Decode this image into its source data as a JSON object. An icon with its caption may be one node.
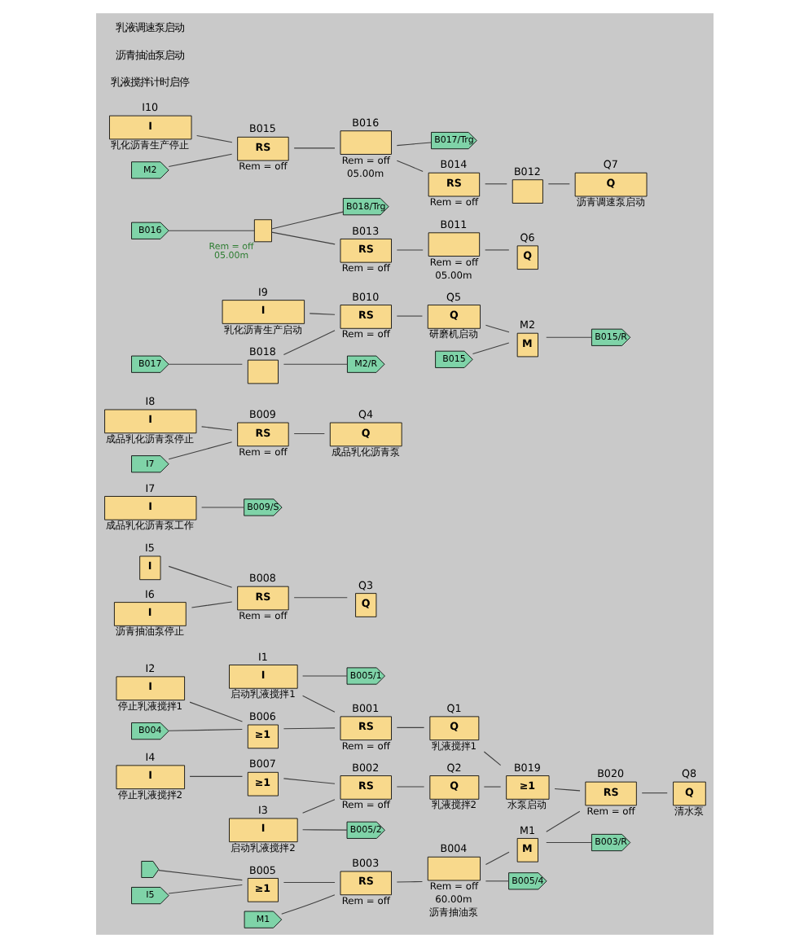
{
  "diagram": {
    "nodes": [
      {
        "text": [
          "I1",
          "I"
        ],
        "beside": [
          "启动乳液搅拌1"
        ]
      },
      {
        "text": [
          "B005/1"
        ]
      },
      {
        "text": [
          "I2",
          "I"
        ],
        "beside": [
          "停止乳液搅拌1"
        ]
      },
      {
        "text": [
          "B004"
        ]
      },
      {
        "text": [
          "B006",
          "≥1"
        ]
      },
      {
        "text": [
          "I3",
          "I"
        ],
        "beside": [
          "启动乳液搅拌2"
        ]
      },
      {
        "text": [
          "B005/2"
        ]
      },
      {
        "text": [
          "I4",
          "I"
        ],
        "beside": [
          "停止乳液搅拌2"
        ]
      },
      {
        "text": [
          "B007",
          "≥1"
        ]
      },
      {
        "text": [
          "B001",
          "RS"
        ],
        "beside": [
          "Rem = off"
        ]
      },
      {
        "text": [
          "B002",
          "RS"
        ],
        "beside": [
          "Rem = off"
        ]
      },
      {
        "text": [
          "Q1",
          "Q"
        ],
        "beside": [
          "乳液搅拌1"
        ]
      },
      {
        "text": [
          "Q2",
          "Q"
        ],
        "beside": [
          "乳液搅拌2"
        ]
      },
      {
        "text": [
          "B019",
          "≥1"
        ],
        "beside": [
          "水泵启动"
        ]
      },
      {
        "text": [
          "B020",
          "RS"
        ],
        "beside": [
          "Rem = off"
        ]
      },
      {
        "text": [
          "Q8",
          "Q"
        ],
        "beside": [
          "清水泵"
        ]
      },
      {
        "text": [],
        "shape": "flag"
      },
      {
        "text": [
          "I5"
        ]
      },
      {
        "text": [
          "B005",
          "≥1"
        ]
      },
      {
        "text": [
          "M1"
        ]
      },
      {
        "text": [
          "B003",
          "RS"
        ],
        "beside": [
          "Rem = off"
        ]
      },
      {
        "text": [
          "B004"
        ],
        "beside": [
          "Rem = off",
          "60.00m",
          "沥青抽油泵"
        ]
      },
      {
        "text": [
          "B005/4"
        ]
      },
      {
        "text": [
          "M1",
          "M"
        ]
      },
      {
        "text": [
          "B003/R"
        ]
      },
      {
        "text": [
          "I5",
          "I"
        ]
      },
      {
        "text": [
          "I6",
          "I"
        ],
        "beside": [
          "沥青抽油泵停止"
        ]
      },
      {
        "text": [
          "B008",
          "RS"
        ],
        "beside": [
          "Rem = off"
        ]
      },
      {
        "text": [
          "Q3",
          "Q"
        ]
      },
      {
        "text": [
          "I7",
          "I"
        ],
        "beside": [
          "成品乳化沥青泵工作"
        ]
      },
      {
        "text": [
          "B009/S"
        ]
      },
      {
        "text": [
          "I8",
          "I"
        ],
        "beside": [
          "成品乳化沥青泵停止"
        ]
      },
      {
        "text": [
          "I7"
        ]
      },
      {
        "text": [
          "B009",
          "RS"
        ],
        "beside": [
          "Rem = off"
        ]
      },
      {
        "text": [
          "Q4",
          "Q"
        ],
        "beside": [
          "成品乳化沥青泵"
        ]
      },
      {
        "text": [
          "I9",
          "I"
        ],
        "beside": [
          "乳化沥青生产启动"
        ]
      },
      {
        "text": [
          "B017"
        ]
      },
      {
        "text": [
          "B018"
        ]
      },
      {
        "text": [
          "M2/R"
        ]
      },
      {
        "text": [
          "B016"
        ]
      },
      {
        "text": [],
        "shape": "box",
        "beside": [
          "Rem = off",
          "05.00m"
        ]
      },
      {
        "text": [
          "B018/Trg"
        ]
      },
      {
        "text": [
          "B016"
        ],
        "beside": [
          "Rem = off",
          "05.00m"
        ]
      },
      {
        "text": [
          "B017/Trg"
        ]
      },
      {
        "text": [
          "I10",
          "I"
        ],
        "beside": [
          "乳化沥青生产停止"
        ]
      },
      {
        "text": [
          "M2"
        ]
      },
      {
        "text": [
          "B015",
          "RS"
        ],
        "beside": [
          "Rem = off"
        ]
      },
      {
        "text": [
          "B010",
          "RS"
        ],
        "beside": [
          "Rem = off"
        ]
      },
      {
        "text": [
          "B013",
          "RS"
        ],
        "beside": [
          "Rem = off"
        ]
      },
      {
        "text": [
          "B014",
          "RS"
        ],
        "beside": [
          "Rem = off"
        ]
      },
      {
        "text": [
          "Q5",
          "Q"
        ],
        "beside": [
          "研磨机启动"
        ]
      },
      {
        "text": [
          "B011"
        ],
        "beside": [
          "Rem = off",
          "05.00m"
        ]
      },
      {
        "text": [
          "Q6",
          "Q"
        ]
      },
      {
        "text": [
          "B015"
        ]
      },
      {
        "text": [
          "M2",
          "M"
        ]
      },
      {
        "text": [
          "B015/R"
        ]
      },
      {
        "text": [
          "B012"
        ]
      },
      {
        "text": [
          "Q7",
          "Q"
        ],
        "beside": [
          "沥青调速泵启动"
        ]
      }
    ],
    "edges": [
      {
        "from": 0,
        "to": 9,
        "arrow": "none"
      },
      {
        "from": 0,
        "to": 1,
        "arrow": "none"
      },
      {
        "from": 2,
        "to": 4,
        "arrow": "none"
      },
      {
        "from": 3,
        "to": 4,
        "arrow": "none"
      },
      {
        "from": 4,
        "to": 9,
        "arrow": "none"
      },
      {
        "from": 5,
        "to": 10,
        "arrow": "none"
      },
      {
        "from": 5,
        "to": 6,
        "arrow": "none"
      },
      {
        "from": 7,
        "to": 8,
        "arrow": "none"
      },
      {
        "from": 8,
        "to": 10,
        "arrow": "none"
      },
      {
        "from": 9,
        "to": 11,
        "arrow": "none"
      },
      {
        "from": 10,
        "to": 12,
        "arrow": "none"
      },
      {
        "from": 11,
        "to": 13,
        "arrow": "none"
      },
      {
        "from": 12,
        "to": 13,
        "arrow": "none"
      },
      {
        "from": 13,
        "to": 14,
        "arrow": "none"
      },
      {
        "from": 14,
        "to": 15,
        "arrow": "none"
      },
      {
        "from": 16,
        "to": 18,
        "arrow": "none"
      },
      {
        "from": 17,
        "to": 18,
        "arrow": "none"
      },
      {
        "from": 18,
        "to": 20,
        "arrow": "none"
      },
      {
        "from": 19,
        "to": 20,
        "arrow": "none"
      },
      {
        "from": 20,
        "to": 21,
        "arrow": "none"
      },
      {
        "from": 21,
        "to": 23,
        "arrow": "none"
      },
      {
        "from": 21,
        "to": 22,
        "arrow": "none"
      },
      {
        "from": 23,
        "to": 24,
        "arrow": "none"
      },
      {
        "from": 23,
        "to": 14,
        "arrow": "none"
      },
      {
        "from": 25,
        "to": 27,
        "arrow": "none"
      },
      {
        "from": 26,
        "to": 27,
        "arrow": "none"
      },
      {
        "from": 27,
        "to": 28,
        "arrow": "none"
      },
      {
        "from": 29,
        "to": 30,
        "arrow": "none"
      },
      {
        "from": 32,
        "to": 33,
        "arrow": "none"
      },
      {
        "from": 31,
        "to": 33,
        "arrow": "none"
      },
      {
        "from": 33,
        "to": 34,
        "arrow": "none"
      },
      {
        "from": 35,
        "to": 47,
        "arrow": "none"
      },
      {
        "from": 36,
        "to": 37,
        "arrow": "none"
      },
      {
        "from": 37,
        "to": 38,
        "arrow": "none"
      },
      {
        "from": 37,
        "to": 47,
        "arrow": "none"
      },
      {
        "from": 39,
        "to": 40,
        "arrow": "none"
      },
      {
        "from": 40,
        "to": 41,
        "arrow": "none"
      },
      {
        "from": 40,
        "to": 48,
        "arrow": "none"
      },
      {
        "from": 42,
        "to": 43,
        "arrow": "none"
      },
      {
        "from": 42,
        "to": 49,
        "arrow": "none"
      },
      {
        "from": 44,
        "to": 46,
        "arrow": "none"
      },
      {
        "from": 45,
        "to": 46,
        "arrow": "none"
      },
      {
        "from": 46,
        "to": 42,
        "arrow": "none"
      },
      {
        "from": 47,
        "to": 50,
        "arrow": "none"
      },
      {
        "from": 48,
        "to": 51,
        "arrow": "none"
      },
      {
        "from": 51,
        "to": 52,
        "arrow": "none"
      },
      {
        "from": 50,
        "to": 54,
        "arrow": "none"
      },
      {
        "from": 53,
        "to": 54,
        "arrow": "none"
      },
      {
        "from": 54,
        "to": 55,
        "arrow": "none"
      },
      {
        "from": 49,
        "to": 56,
        "arrow": "none"
      },
      {
        "from": 56,
        "to": 57,
        "arrow": "none"
      }
    ],
    "labels": [
      "乳液搅拌计时启停",
      "沥青抽油泵启动",
      "乳液调速泵启动"
    ]
  }
}
